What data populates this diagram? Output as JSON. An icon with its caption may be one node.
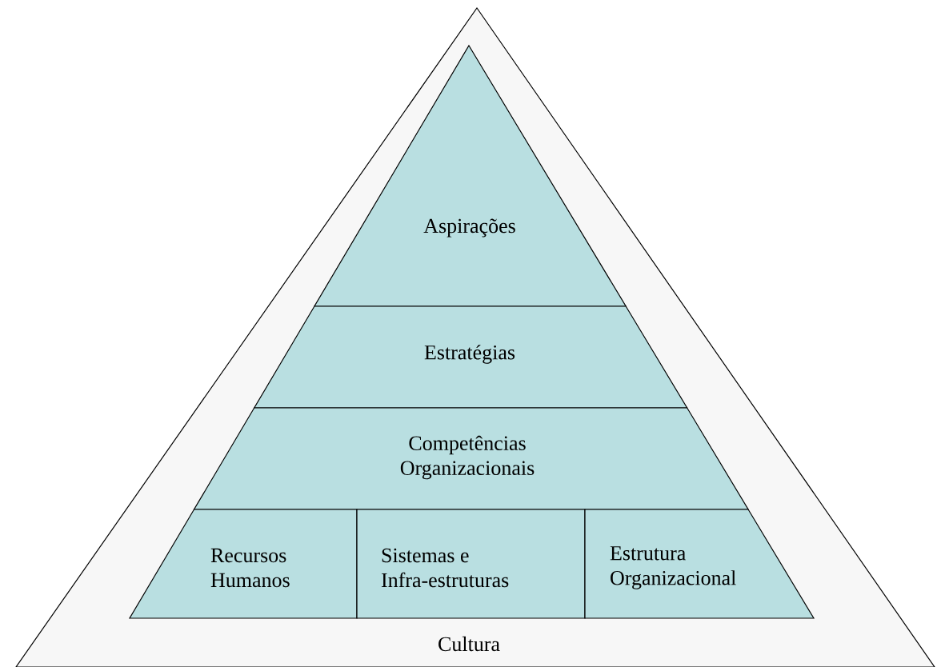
{
  "diagram": {
    "nodes": [
      {
        "text": [
          "Cultura"
        ]
      },
      {
        "text": [
          "Aspirações"
        ],
        "in": 0
      },
      {
        "text": [
          "Estratégias"
        ],
        "in": 0
      },
      {
        "text": [
          "Competências Organizacionais"
        ],
        "in": 0
      },
      {
        "text": [
          "Recursos Humanos"
        ],
        "in": 0
      },
      {
        "text": [
          "Sistemas e Infra-estruturas"
        ],
        "in": 0
      },
      {
        "text": [
          "Estrutura Organizacional"
        ],
        "in": 0
      }
    ]
  }
}
